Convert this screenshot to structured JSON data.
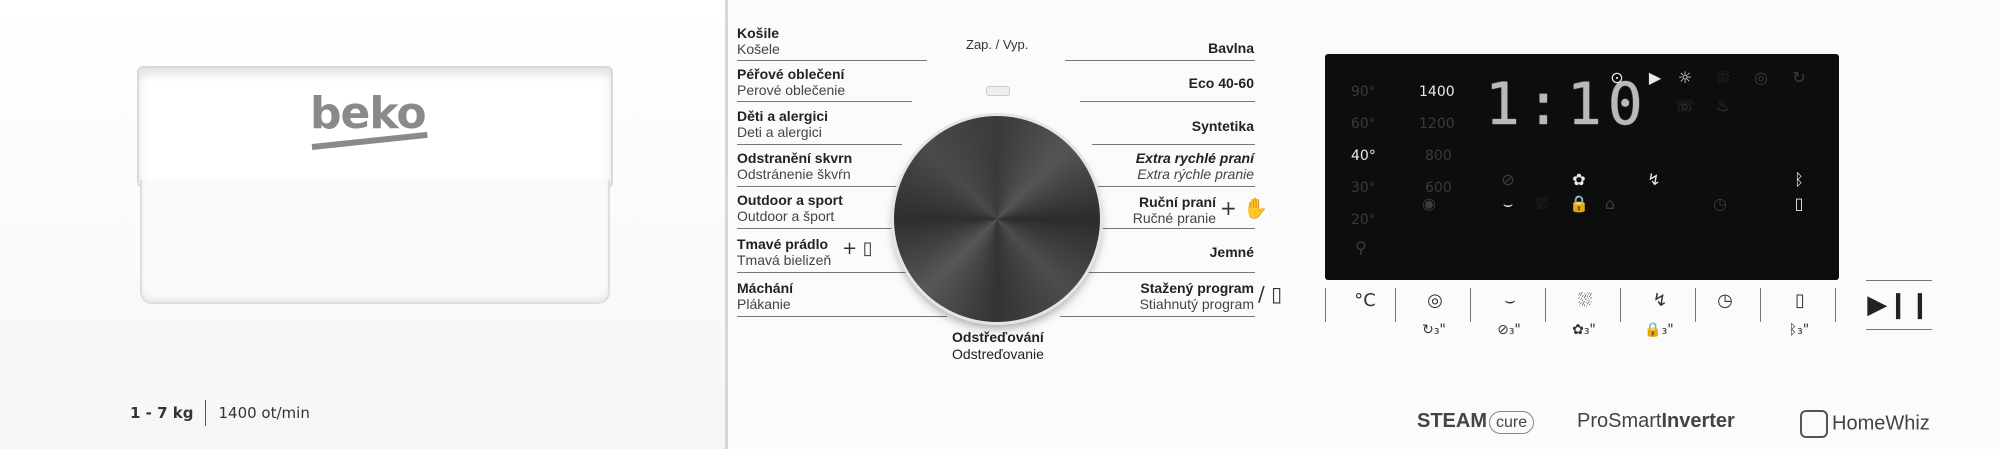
{
  "brand": {
    "logo": "beko"
  },
  "capacity": {
    "weight": "1 - 7 kg",
    "speed": "1400 ot/min"
  },
  "power": "Zap. / Vyp.",
  "programs_left": [
    {
      "cz": "Košile",
      "sk": "Košele"
    },
    {
      "cz": "Péřové oblečení",
      "sk": "Perové oblečenie"
    },
    {
      "cz": "Děti a alergici",
      "sk": "Deti a alergici"
    },
    {
      "cz": "Odstranění skvrn",
      "sk": "Odstránenie škvŕn"
    },
    {
      "cz": "Outdoor a sport",
      "sk": "Outdoor a šport"
    },
    {
      "cz": "Tmavé prádlo",
      "sk": "Tmavá bielizeň"
    },
    {
      "cz": "Máchání",
      "sk": "Plákanie"
    }
  ],
  "programs_right": [
    {
      "cz": "Bavlna",
      "sk": ""
    },
    {
      "cz": "Eco 40-60",
      "sk": ""
    },
    {
      "cz": "Syntetika",
      "sk": ""
    },
    {
      "cz": "Extra rychlé praní",
      "sk": "Extra rýchle pranie"
    },
    {
      "cz": "Ruční praní",
      "sk": "Ručné pranie"
    },
    {
      "cz": "Jemné",
      "sk": ""
    },
    {
      "cz": "Stažený program",
      "sk": "Stiahnutý program"
    }
  ],
  "spin_program": {
    "cz": "Odstřeďování",
    "sk": "Odstreďovanie"
  },
  "display": {
    "time": "1:10",
    "temps": [
      "90°",
      "60°",
      "40°",
      "30°",
      "20°"
    ],
    "active_temp": "40°",
    "speeds": [
      "1400",
      "1200",
      "800",
      "600"
    ],
    "active_speed": "1400"
  },
  "buttons": [
    "°C",
    "",
    "",
    "",
    "",
    "",
    ""
  ],
  "badges": {
    "steam": "STEAM",
    "steam_cure": "cure",
    "prosmart": "ProSmart",
    "inverter": "Inverter",
    "homewhiz": "HomeWhiz"
  }
}
